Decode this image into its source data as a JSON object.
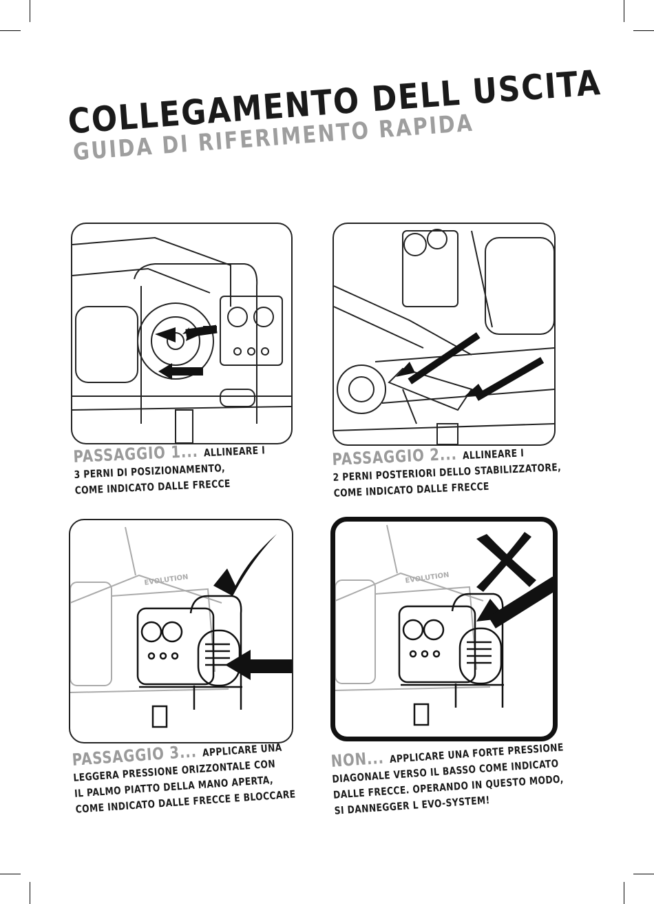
{
  "title": "COLLEGAMENTO DELL USCITA",
  "subtitle": "GUIDA DI RIFERIMENTO RAPIDA",
  "steps": [
    {
      "label": "PASSAGGIO 1...",
      "lines": [
        "ALLINEARE I",
        "3 PERNI DI POSIZIONAMENTO,",
        "COME INDICATO DALLE FRECCE"
      ]
    },
    {
      "label": "PASSAGGIO 2...",
      "lines": [
        "ALLINEARE I",
        "2 PERNI POSTERIORI DELLO STABILIZZATORE,",
        "COME INDICATO DALLE FRECCE"
      ]
    },
    {
      "label": "PASSAGGIO 3...",
      "lines": [
        "APPLICARE UNA",
        "LEGGERA PRESSIONE ORIZZONTALE CON",
        "IL PALMO PIATTO DELLA MANO APERTA,",
        "COME INDICATO DALLE FRECCE E BLOCCARE"
      ]
    },
    {
      "label": "NON...",
      "lines": [
        "APPLICARE UNA FORTE PRESSIONE",
        "DIAGONALE VERSO IL BASSO COME INDICATO",
        "DALLE FRECCE. OPERANDO IN QUESTO MODO,",
        "SI DANNEGGER L EVO-SYSTEM!"
      ]
    }
  ],
  "brand_label": "EVOLUTION",
  "icons": [
    "check-mark-icon",
    "cross-mark-icon",
    "arrow-icon"
  ]
}
